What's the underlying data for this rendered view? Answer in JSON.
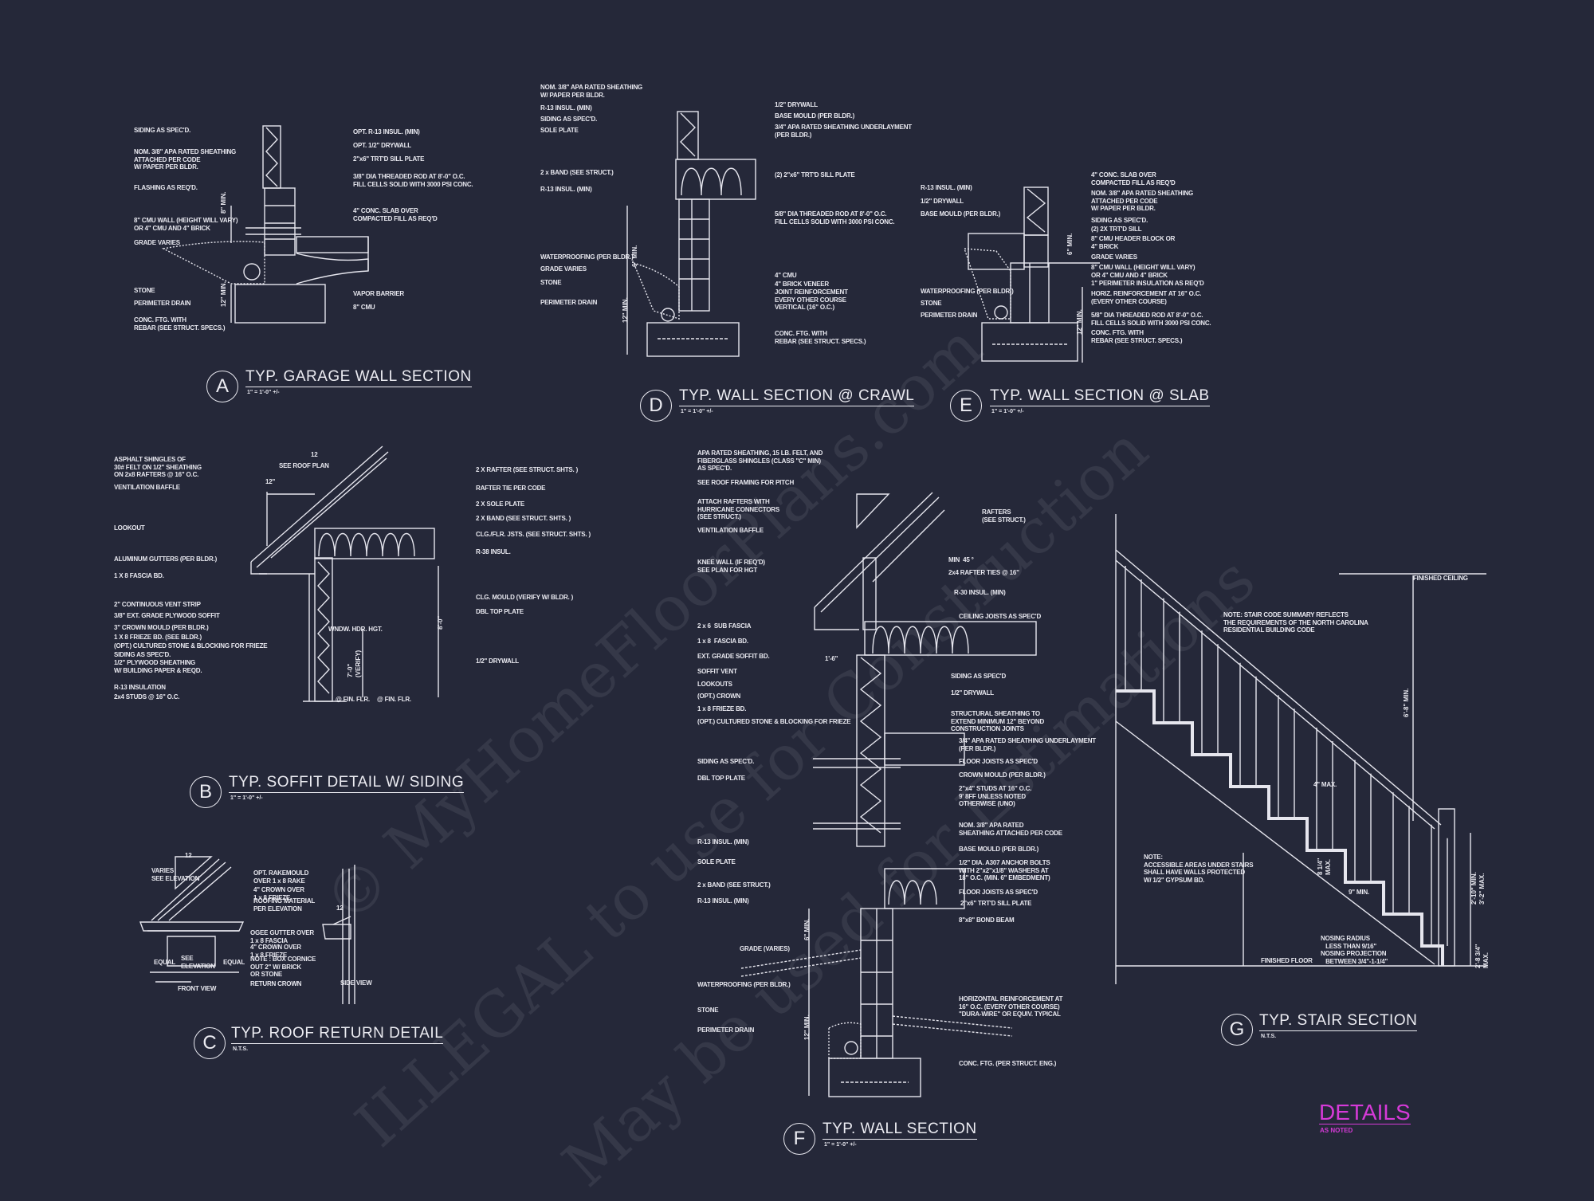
{
  "colors": {
    "background": "#252839",
    "linework": "#e6e6ee",
    "sheet_title": "#d63ad8"
  },
  "watermark": [
    "© MyHomeFloorPlans.com",
    "ILLEGAL to use for Construction",
    "May be used for Estimations"
  ],
  "A": {
    "letter": "A",
    "title": "TYP. GARAGE WALL SECTION",
    "scale": "1\" = 1'-0\" +/-",
    "left": [
      "SIDING AS SPEC'D.",
      "NOM. 3/8\" APA RATED SHEATHING\nATTACHED PER CODE\nW/ PAPER PER BLDR.",
      "FLASHING AS REQ'D.",
      "8\" CMU WALL (HEIGHT WILL VARY)\nOR 4\" CMU AND 4\" BRICK",
      "GRADE VARIES",
      "STONE",
      "PERIMETER DRAIN",
      "CONC. FTG. WITH\nREBAR (SEE STRUCT. SPECS.)"
    ],
    "right": [
      "OPT. R-13 INSUL. (MIN)",
      "OPT. 1/2\" DRYWALL",
      "2\"x6\" TRT'D SILL PLATE",
      "3/8\" DIA THREADED ROD AT 8'-0\" O.C.\nFILL CELLS SOLID WITH 3000 PSI CONC.",
      "4\" CONC. SLAB OVER\nCOMPACTED FILL AS REQ'D",
      "VAPOR BARRIER",
      "8\" CMU"
    ],
    "dims": [
      "8\" MIN.",
      "12\" MIN."
    ]
  },
  "D": {
    "letter": "D",
    "title": "TYP. WALL SECTION @ CRAWL",
    "scale": "1\" = 1'-0\" +/-",
    "left": [
      "NOM. 3/8\" APA RATED SHEATHING\nW/ PAPER PER BLDR.",
      "R-13 INSUL. (MIN)",
      "SIDING AS SPEC'D.",
      "SOLE PLATE",
      "2 x BAND (SEE STRUCT.)",
      "R-13 INSUL. (MIN)",
      "WATERPROOFING (PER BLDR.)",
      "GRADE VARIES",
      "STONE",
      "PERIMETER DRAIN"
    ],
    "right": [
      "1/2\" DRYWALL",
      "BASE MOULD (PER BLDR.)",
      "3/4\" APA RATED SHEATHING UNDERLAYMENT\n(PER BLDR.)",
      "(2) 2\"x6\" TRT'D SILL PLATE",
      "5/8\" DIA THREADED ROD AT 8'-0\" O.C.\nFILL CELLS SOLID WITH 3000 PSI CONC.",
      "4\" CMU",
      "4\" BRICK VENEER",
      "JOINT REINFORCEMENT\nEVERY OTHER COURSE\nVERTICAL (16\" O.C.)",
      "CONC. FTG. WITH\nREBAR (SEE STRUCT. SPECS.)"
    ],
    "dims": [
      "6\" MIN.",
      "12\" MIN."
    ]
  },
  "E": {
    "letter": "E",
    "title": "TYP. WALL SECTION @ SLAB",
    "scale": "1\" = 1'-0\" +/-",
    "left": [
      "R-13 INSUL. (MIN)",
      "1/2\" DRYWALL",
      "BASE MOULD (PER BLDR.)",
      "WATERPROOFING (PER BLDR.)",
      "STONE",
      "PERIMETER DRAIN"
    ],
    "right": [
      "4\" CONC. SLAB OVER\nCOMPACTED FILL AS REQ'D",
      "NOM. 3/8\" APA RATED SHEATHING\nATTACHED PER CODE\nW/ PAPER PER BLDR.",
      "SIDING AS SPEC'D.",
      "(2) 2X TRT'D SILL",
      "8\" CMU HEADER BLOCK OR\n4\" BRICK",
      "GRADE VARIES",
      "8\" CMU WALL (HEIGHT WILL VARY)\nOR 4\" CMU AND 4\" BRICK",
      "1\" PERIMETER INSULATION AS REQ'D",
      "HORIZ. REINFORCEMENT AT 16\" O.C.\n(EVERY OTHER COURSE)",
      "5/8\" DIA THREADED ROD AT 8'-0\" O.C.\nFILL CELLS SOLID WITH 3000 PSI CONC.",
      "CONC. FTG. WITH\nREBAR (SEE STRUCT. SPECS.)"
    ],
    "dims": [
      "6\" MIN.",
      "12\" MIN."
    ]
  },
  "B": {
    "letter": "B",
    "title": "TYP. SOFFIT DETAIL W/ SIDING",
    "scale": "1\" = 1'-0\" +/-",
    "left": [
      "ASPHALT SHINGLES OF\n30# FELT ON 1/2\" SHEATHING\nON 2x8 RAFTERS @ 16\" O.C.",
      "VENTILATION BAFFLE",
      "LOOKOUT",
      "ALUMINUM GUTTERS (PER BLDR.)",
      "1 X 8 FASCIA BD.",
      "2\" CONTINUOUS VENT STRIP",
      "3/8\" EXT. GRADE PLYWOOD SOFFIT",
      "3\" CROWN MOULD (PER BLDR.)",
      "1 X 8 FRIEZE BD. (SEE BLDR.)",
      "(OPT.) CULTURED STONE & BLOCKING FOR FRIEZE",
      "SIDING AS SPEC'D.",
      "1/2\" PLYWOOD SHEATHING\nW/ BUILDING PAPER & REQD.",
      "R-13 INSULATION",
      "2x4 STUDS @ 16\" O.C."
    ],
    "right": [
      "2 X RAFTER (SEE STRUCT. SHTS. )",
      "RAFTER TIE PER CODE",
      "2 X SOLE PLATE",
      "2 X BAND (SEE STRUCT. SHTS. )",
      "CLG./FLR. JSTS. (SEE STRUCT. SHTS. )",
      "R-38 INSUL.",
      "CLG. MOULD (VERIFY W/ BLDR. )",
      "DBL TOP PLATE",
      "1/2\" DRYWALL"
    ],
    "other": [
      "SEE ROOF PLAN",
      "12",
      "12\"",
      "WNDW. HDR. HGT.",
      "7'-0\"\n(VERIFY)",
      "@ FIN. FLR.",
      "@ FIN. FLR.",
      "8'-0\""
    ]
  },
  "C": {
    "letter": "C",
    "title": "TYP. ROOF RETURN DETAIL",
    "scale": "N.T.S.",
    "labels": [
      "VARIES\nSEE ELEVATION",
      "12",
      "OPT. RAKEMOULD\nOVER 1 x 8 RAKE",
      "4\" CROWN OVER\n1 x 8 FRIEZE",
      "ROOFING MATERIAL\nPER ELEVATION",
      "OGEE GUTTER OVER\n1 x 8 FASCIA",
      "4\" CROWN OVER\n1 x 8 FRIEZE",
      "NOTE : BOX CORNICE\nOUT 2\" W/ BRICK\nOR STONE",
      "RETURN CROWN",
      "FRONT VIEW",
      "SIDE VIEW",
      "EQUAL",
      "SEE\nELEVATION",
      "EQUAL",
      "12"
    ]
  },
  "F": {
    "letter": "F",
    "title": "TYP. WALL SECTION",
    "scale": "1\" = 1'-0\" +/-",
    "left": [
      "APA RATED SHEATHING, 15 LB. FELT, AND\nFIBERGLASS SHINGLES (CLASS \"C\" MIN)\nAS SPEC'D.",
      "SEE ROOF FRAMING FOR PITCH",
      "ATTACH RAFTERS WITH\nHURRICANE CONNECTORS\n(SEE STRUCT.)",
      "VENTILATION BAFFLE",
      "KNEE WALL (IF REQ'D)\nSEE PLAN FOR HGT",
      "2 x 6  SUB FASCIA",
      "1 x 8  FASCIA BD.",
      "EXT. GRADE SOFFIT BD.",
      "SOFFIT VENT",
      "LOOKOUTS",
      "(OPT.) CROWN",
      "1 x 8 FRIEZE BD.",
      "(OPT.) CULTURED STONE & BLOCKING FOR FRIEZE",
      "SIDING AS SPEC'D.",
      "DBL TOP PLATE",
      "R-13 INSUL. (MIN)",
      "SOLE PLATE",
      "2 x BAND (SEE STRUCT.)",
      "R-13 INSUL. (MIN)",
      "GRADE (VARIES)",
      "WATERPROOFING (PER BLDR.)",
      "STONE",
      "PERIMETER DRAIN"
    ],
    "right": [
      "RAFTERS\n(SEE STRUCT.)",
      "MIN  45 °",
      "2x4 RAFTER TIES @ 16\"",
      "R-30 INSUL. (MIN)",
      "CEILING JOISTS AS SPEC'D",
      "SIDING AS SPEC'D",
      "1/2\" DRYWALL",
      "STRUCTURAL SHEATHING TO\nEXTEND MINIMUM 12\" BEYOND\nCONSTRUCTION JOINTS",
      "3/4\" APA RATED SHEATHING UNDERLAYMENT\n(PER BLDR.)",
      "FLOOR JOISTS AS SPEC'D",
      "CROWN MOULD (PER BLDR.)",
      "2\"x4\" STUDS AT 16\" O.C.\n9' 8FF UNLESS NOTED\nOTHERWISE (UNO)",
      "NOM. 3/8\" APA RATED\nSHEATHING ATTACHED PER CODE",
      "BASE MOULD (PER BLDR.)",
      "1/2\" DIA. A307 ANCHOR BOLTS\nWITH 2\"x2\"x1/8\" WASHERS AT\n18\" O.C. (MIN. 6\" EMBEDMENT)",
      "FLOOR JOISTS AS SPEC'D",
      "2\"x6\" TRT'D SILL PLATE",
      "8\"x8\" BOND BEAM",
      "HORIZONTAL REINFORCEMENT AT\n16\" O.C. (EVERY OTHER COURSE)\n\"DURA-WIRE\" OR EQUIV. TYPICAL",
      "CONC. FTG. (PER STRUCT. ENG.)"
    ],
    "dims": [
      "1'-6\"",
      "6\" MIN.",
      "12\" MIN."
    ]
  },
  "G": {
    "letter": "G",
    "title": "TYP. STAIR SECTION",
    "scale": "N.T.S.",
    "labels": [
      "NOTE: STAIR CODE SUMMARY REFLECTS\nTHE REQUIREMENTS OF THE NORTH CAROLINA\nRESIDENTIAL BUILDING CODE",
      "FINISHED CEILING",
      "4\" MAX.",
      "NOTE:\nACCESSIBLE AREAS UNDER STAIRS\nSHALL HAVE WALLS PROTECTED\nW/ 1/2\" GYPSUM BD.",
      "9\" MIN.",
      "NOSING RADIUS\n   LESS THAN 9/16\"\nNOSING PROJECTION\n   BETWEEN 3/4\"-1-1/4\"",
      "FINISHED FLOOR"
    ],
    "vertical": [
      "6'-8\" MIN.",
      "8 1/4\"\nMAX.",
      "2'-10\" MIN.\n3'-2\" MAX.",
      "2'-8 3/4\"\nMAX."
    ]
  },
  "sheet": {
    "title": "DETAILS",
    "subtitle": "AS NOTED"
  }
}
